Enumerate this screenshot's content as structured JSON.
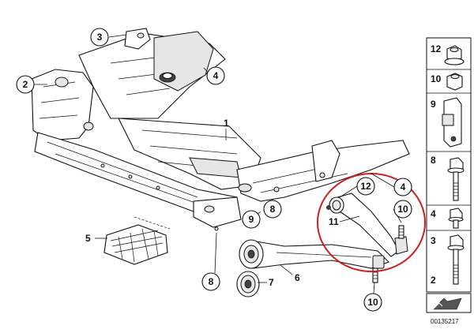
{
  "callouts": [
    {
      "label": "3"
    },
    {
      "label": "2"
    },
    {
      "label": "4"
    },
    {
      "label": "12"
    },
    {
      "label": "4"
    },
    {
      "label": "10"
    },
    {
      "label": "9"
    },
    {
      "label": "8"
    },
    {
      "label": "8"
    },
    {
      "label": "10"
    }
  ],
  "plain_labels": [
    {
      "label": "1"
    },
    {
      "label": "11"
    },
    {
      "label": "5"
    },
    {
      "label": "7"
    },
    {
      "label": "6"
    }
  ],
  "side_panel": {
    "items": [
      {
        "label": "12"
      },
      {
        "label": "10"
      },
      {
        "label": "9"
      },
      {
        "label": "8"
      },
      {
        "label": "4"
      },
      {
        "label": "3"
      },
      {
        "label": "2"
      }
    ]
  },
  "diagram_id": "00135217",
  "highlight_color": "#cc1f1f"
}
